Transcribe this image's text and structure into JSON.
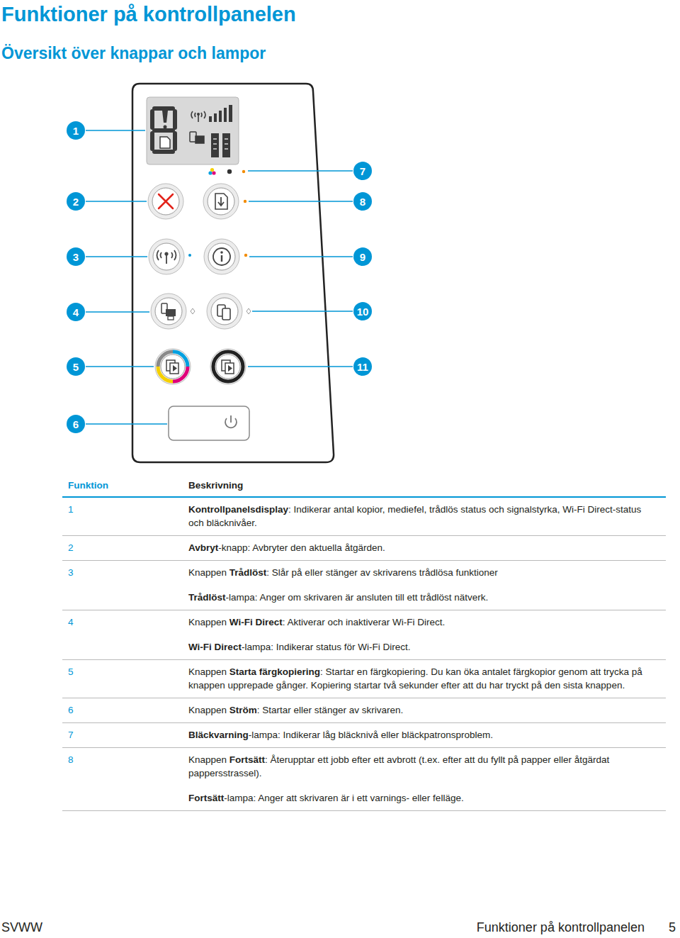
{
  "diagram": {
    "title": "Funktioner på kontrollpanelen",
    "nodes": [
      {
        "text": [
          "1"
        ]
      },
      {
        "text": [
          "2"
        ]
      },
      {
        "text": [
          "3"
        ]
      },
      {
        "text": [
          "4"
        ]
      },
      {
        "text": [
          "5"
        ]
      },
      {
        "text": [
          "6"
        ]
      },
      {
        "text": [
          "7"
        ]
      },
      {
        "text": [
          "8"
        ]
      },
      {
        "text": [
          "9"
        ]
      },
      {
        "text": [
          "10"
        ]
      },
      {
        "text": [
          "11"
        ]
      }
    ],
    "labels": [
      "Översikt över knappar och lampor",
      "Funktion",
      "Beskrivning",
      "1",
      "Kontrollpanelsdisplay",
      ": Indikerar antal kopior, mediefel, trådlös status och signalstyrka, Wi-Fi Direct-status och bläcknivåer.",
      "2",
      "Avbryt",
      "-knapp: Avbryter den aktuella åtgärden.",
      "3",
      "Knappen",
      "Trådlöst",
      ": Slår på eller stänger av skrivarens trådlösa funktioner",
      "Trådlöst",
      "-lampa: Anger om skrivaren är ansluten till ett trådlöst nätverk.",
      "4",
      "Knappen",
      "Wi-Fi Direct",
      ": Aktiverar och inaktiverar Wi-Fi Direct.",
      "Wi-Fi Direct",
      "-lampa: Indikerar status för Wi-Fi Direct.",
      "5",
      "Knappen",
      "Starta färgkopiering",
      ": Startar en färgkopiering. Du kan öka antalet färgkopior genom att trycka på knappen upprepade gånger. Kopiering startar två sekunder efter att du har tryckt på den sista knappen.",
      "6",
      "Knappen",
      "Ström",
      ": Startar eller stänger av skrivaren.",
      "7",
      "Bläckvarning",
      "-lampa: Indikerar låg bläcknivå eller bläckpatronsproblem.",
      "8",
      "Knappen",
      "Fortsätt",
      ": Återupptar ett jobb efter ett avbrott (t.ex. efter att du fyllt på papper eller åtgärdat pappersstrassel).",
      "Fortsätt",
      "-lampa: Anger att skrivaren är i ett varnings- eller felläge.",
      "SVWW",
      "Funktioner på kontrollpanelen",
      "5"
    ]
  }
}
